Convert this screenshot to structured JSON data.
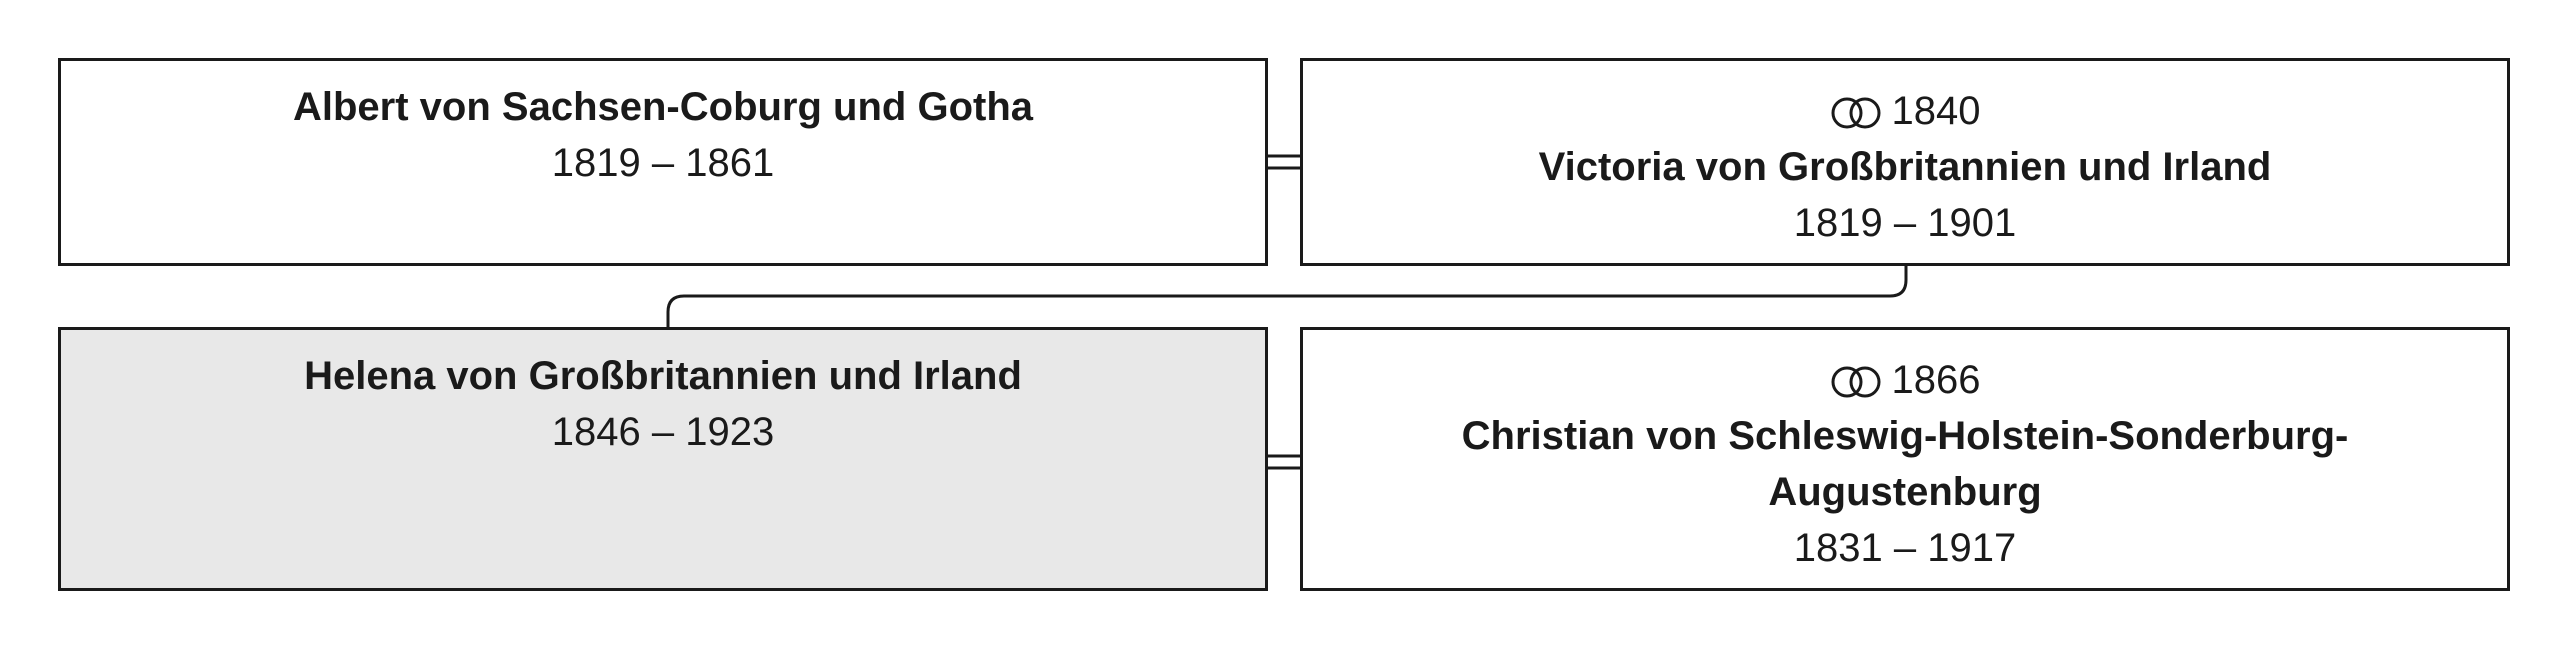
{
  "people": {
    "albert": {
      "name": "Albert von Sachsen-Coburg und Gotha",
      "dates": "1819 – 1861"
    },
    "victoria": {
      "marriage_year": "1840",
      "name": "Victoria von Großbritannien und Irland",
      "dates": "1819 – 1901"
    },
    "helena": {
      "name": "Helena von Großbritannien und Irland",
      "dates": "1846 – 1923"
    },
    "christian": {
      "marriage_year": "1866",
      "name_line1": "Christian von Schleswig-Holstein-Sonderburg-",
      "name_line2": "Augustenburg",
      "dates": "1831 – 1917"
    }
  },
  "icons": {
    "marriage": "wedding-rings-icon"
  },
  "colors": {
    "border": "#1a1a1a",
    "highlight": "#e8e8e8"
  }
}
